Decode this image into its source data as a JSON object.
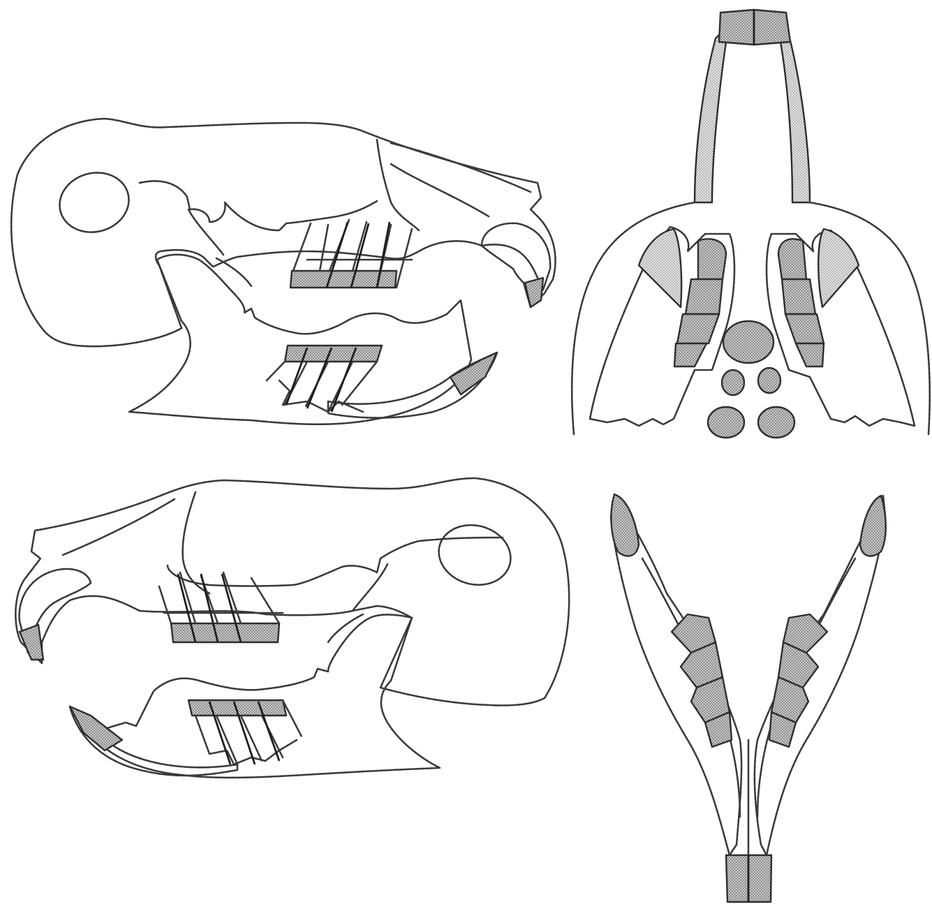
{
  "figure": {
    "panels": [
      {
        "id": "skull-lateral-right",
        "view": "lateral",
        "facing": "right"
      },
      {
        "id": "skull-ventral",
        "view": "ventral"
      },
      {
        "id": "skull-lateral-left",
        "view": "lateral",
        "facing": "left"
      },
      {
        "id": "mandible-dorsal",
        "view": "dorsal"
      }
    ],
    "colors": {
      "background": "#ffffff",
      "outline": "#3a3a3a",
      "shading": "#9a9a9a"
    }
  }
}
